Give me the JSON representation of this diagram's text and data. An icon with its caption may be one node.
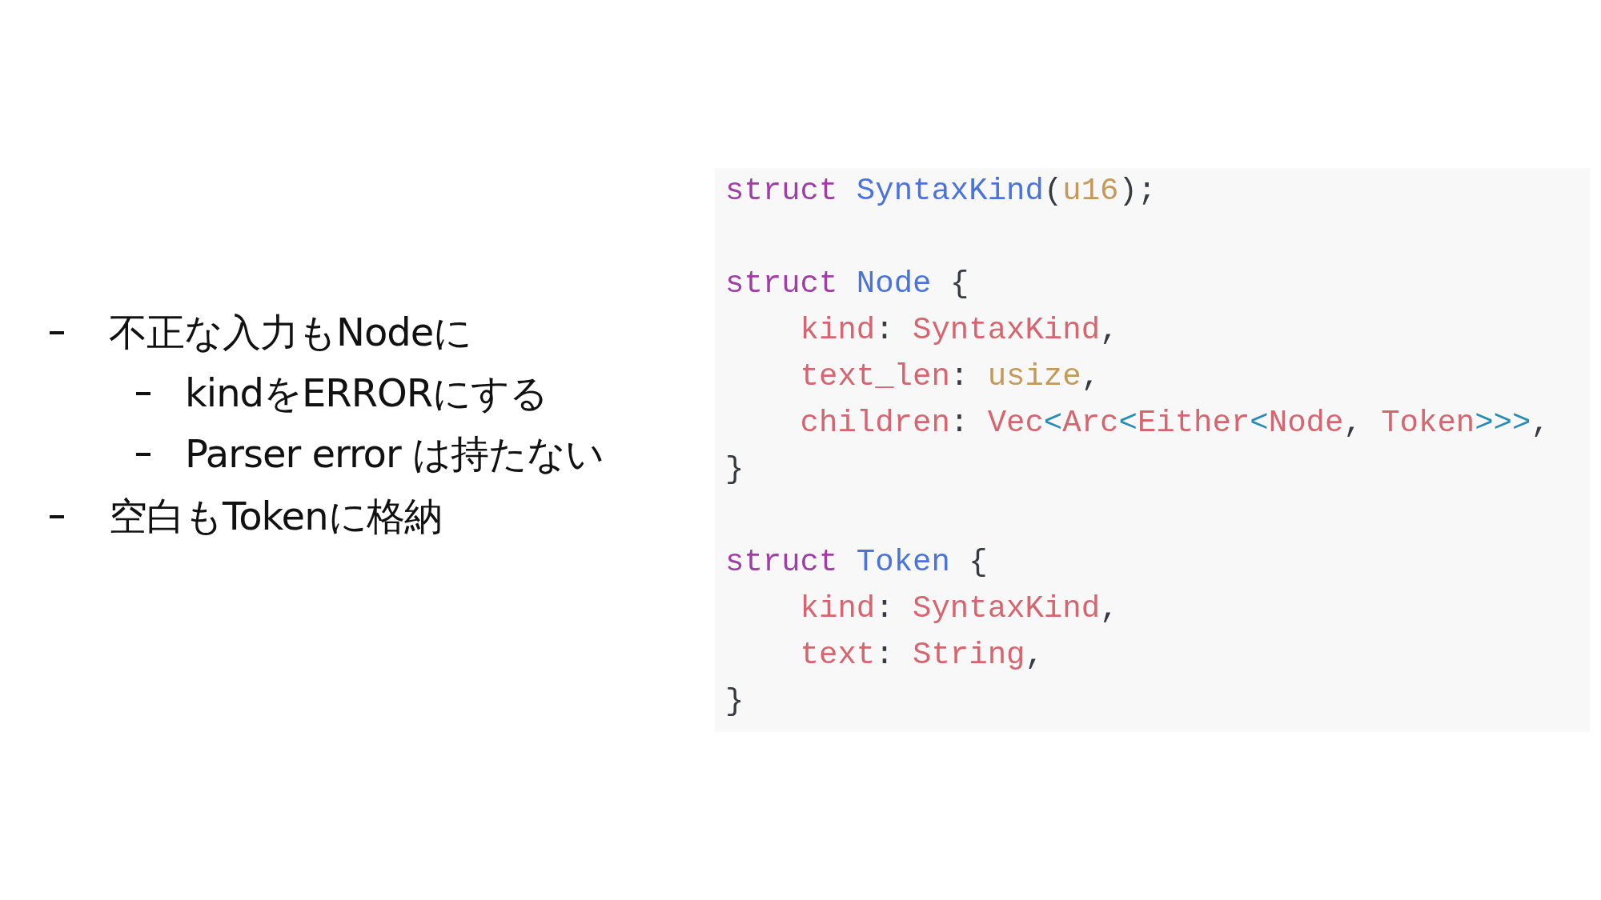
{
  "diagram": {
    "labels": [
      "不正な入力もNodeに",
      "kindをERRORにする",
      "Parser error は持たない",
      "空白もTokenに格納",
      "struct SyntaxKind(u16);",
      "struct Node {",
      "kind: SyntaxKind,",
      "text_len: usize,",
      "children: Vec<Arc<Either<Node, Token>>>,",
      "}",
      "struct Token {",
      "kind: SyntaxKind,",
      "text: String,",
      "}"
    ]
  }
}
